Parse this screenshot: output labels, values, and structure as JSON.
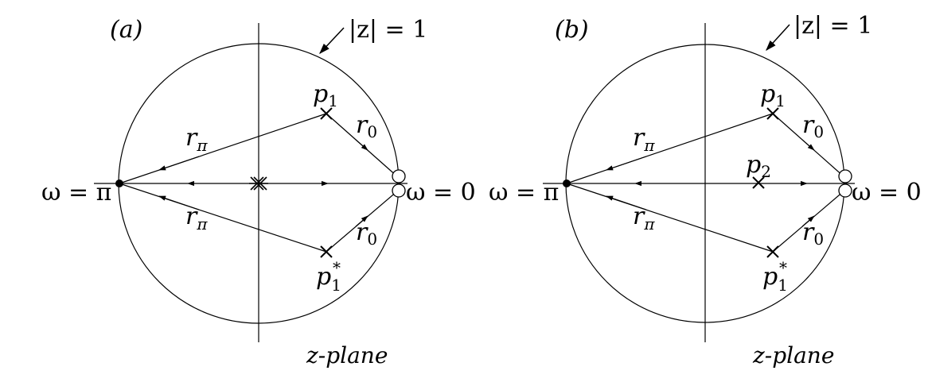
{
  "panels": [
    {
      "panel_label": "(a)",
      "unit_circle_label": "|z| = 1",
      "omega_pi_label": "ω = π",
      "omega_zero_label": "ω = 0",
      "pole_label": {
        "base": "p",
        "sub": "1"
      },
      "conj_pole_label": {
        "base": "p",
        "sub": "1",
        "sup": "*"
      },
      "r0_label": {
        "base": "r",
        "sub": "0"
      },
      "rpi_label": {
        "base": "r",
        "sub": "π"
      },
      "plane_caption": "z-plane"
    },
    {
      "panel_label": "(b)",
      "unit_circle_label": "|z| = 1",
      "omega_pi_label": "ω = π",
      "omega_zero_label": "ω = 0",
      "pole_label": {
        "base": "p",
        "sub": "1"
      },
      "conj_pole_label": {
        "base": "p",
        "sub": "1",
        "sup": "*"
      },
      "real_pole_label": {
        "base": "p",
        "sub": "2"
      },
      "r0_label": {
        "base": "r",
        "sub": "0"
      },
      "rpi_label": {
        "base": "r",
        "sub": "π"
      },
      "plane_caption": "z-plane"
    }
  ],
  "colors": {
    "ink": "#000000",
    "background": "#ffffff"
  }
}
